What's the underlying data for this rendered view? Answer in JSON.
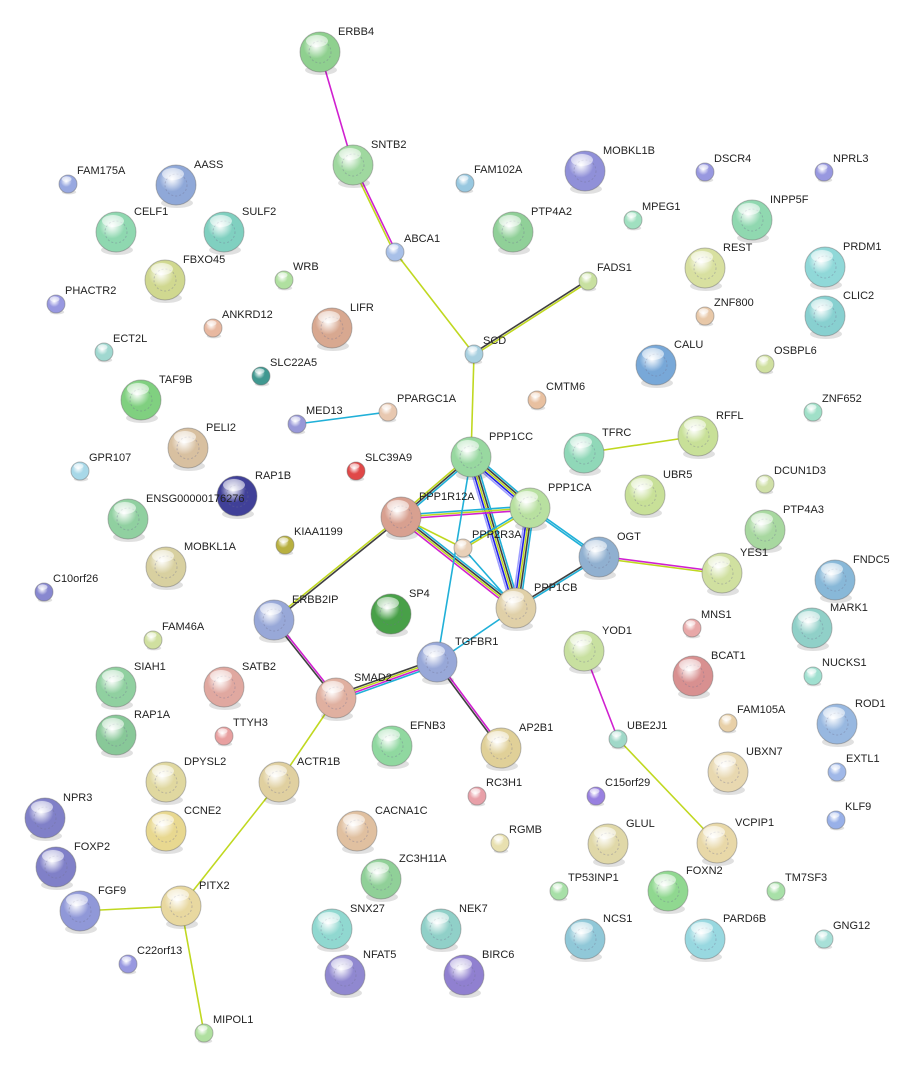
{
  "nodes": [
    {
      "name": "ERBB4",
      "color": "#8fd08f",
      "size": "large"
    },
    {
      "name": "SNTB2",
      "color": "#9fd89f",
      "size": "large"
    },
    {
      "name": "AASS",
      "color": "#8fa8d8",
      "size": "large"
    },
    {
      "name": "CELF1",
      "color": "#8fd8b0",
      "size": "large"
    },
    {
      "name": "SULF2",
      "color": "#80d0c0",
      "size": "large"
    },
    {
      "name": "FBXO45",
      "color": "#d0d890",
      "size": "large"
    },
    {
      "name": "MOBKL1B",
      "color": "#9090d8",
      "size": "large"
    },
    {
      "name": "PTP4A2",
      "color": "#90d098",
      "size": "large"
    },
    {
      "name": "INPP5F",
      "color": "#90d8b0",
      "size": "large"
    },
    {
      "name": "REST",
      "color": "#d8e0a0",
      "size": "large"
    },
    {
      "name": "PRDM1",
      "color": "#90d8d8",
      "size": "large"
    },
    {
      "name": "CLIC2",
      "color": "#88d0d0",
      "size": "large"
    },
    {
      "name": "LIFR",
      "color": "#d8a890",
      "size": "large"
    },
    {
      "name": "CALU",
      "color": "#78a8d8",
      "size": "large"
    },
    {
      "name": "TAF9B",
      "color": "#80d080",
      "size": "large"
    },
    {
      "name": "PELI2",
      "color": "#d8c0a0",
      "size": "large"
    },
    {
      "name": "RFFL",
      "color": "#c8e098",
      "size": "large"
    },
    {
      "name": "TFRC",
      "color": "#90d8b8",
      "size": "large"
    },
    {
      "name": "PPP1CC",
      "color": "#98d8a0",
      "size": "large"
    },
    {
      "name": "UBR5",
      "color": "#c8e098",
      "size": "large"
    },
    {
      "name": "RAP1B",
      "color": "#404098",
      "size": "large"
    },
    {
      "name": "ENSG00000176276",
      "color": "#90d0a0",
      "size": "large"
    },
    {
      "name": "PPP1R12A",
      "color": "#d8a090",
      "size": "large"
    },
    {
      "name": "PPP1CA",
      "color": "#b8e0a0",
      "size": "large"
    },
    {
      "name": "PTP4A3",
      "color": "#a8d8a0",
      "size": "large"
    },
    {
      "name": "OGT",
      "color": "#90b0d0",
      "size": "large"
    },
    {
      "name": "MOBKL1A",
      "color": "#d8d0a0",
      "size": "large"
    },
    {
      "name": "YES1",
      "color": "#d0e0a0",
      "size": "large"
    },
    {
      "name": "FNDC5",
      "color": "#88b8d8",
      "size": "large"
    },
    {
      "name": "SP4",
      "color": "#48a048",
      "size": "large"
    },
    {
      "name": "ERBB2IP",
      "color": "#98a8d8",
      "size": "large"
    },
    {
      "name": "PPP1CB",
      "color": "#e0d0a8",
      "size": "large"
    },
    {
      "name": "MARK1",
      "color": "#90d0c8",
      "size": "large"
    },
    {
      "name": "TGFBR1",
      "color": "#98a8d8",
      "size": "large"
    },
    {
      "name": "YOD1",
      "color": "#c8e0a0",
      "size": "large"
    },
    {
      "name": "SIAH1",
      "color": "#90d0a0",
      "size": "large"
    },
    {
      "name": "SATB2",
      "color": "#e0a8a0",
      "size": "large"
    },
    {
      "name": "BCAT1",
      "color": "#d89090",
      "size": "large"
    },
    {
      "name": "SMAD2",
      "color": "#e0b0a0",
      "size": "large"
    },
    {
      "name": "RAP1A",
      "color": "#88c898",
      "size": "large"
    },
    {
      "name": "ROD1",
      "color": "#98b8e0",
      "size": "large"
    },
    {
      "name": "EFNB3",
      "color": "#90d8a0",
      "size": "large"
    },
    {
      "name": "AP2B1",
      "color": "#e0d098",
      "size": "large"
    },
    {
      "name": "UBXN7",
      "color": "#e8d8b0",
      "size": "large"
    },
    {
      "name": "DPYSL2",
      "color": "#e0d8a0",
      "size": "large"
    },
    {
      "name": "ACTR1B",
      "color": "#e0d0a0",
      "size": "large"
    },
    {
      "name": "NPR3",
      "color": "#8080c8",
      "size": "large"
    },
    {
      "name": "CCNE2",
      "color": "#e8d890",
      "size": "large"
    },
    {
      "name": "CACNA1C",
      "color": "#e0c0a0",
      "size": "large"
    },
    {
      "name": "GLUL",
      "color": "#e0d8a8",
      "size": "large"
    },
    {
      "name": "VCPIP1",
      "color": "#e8d8a8",
      "size": "large"
    },
    {
      "name": "FOXP2",
      "color": "#8080c8",
      "size": "large"
    },
    {
      "name": "ZC3H11A",
      "color": "#90d098",
      "size": "large"
    },
    {
      "name": "FOXN2",
      "color": "#90d890",
      "size": "large"
    },
    {
      "name": "FGF9",
      "color": "#9098d8",
      "size": "large"
    },
    {
      "name": "PITX2",
      "color": "#e8d8a0",
      "size": "large"
    },
    {
      "name": "SNX27",
      "color": "#90d8d0",
      "size": "large"
    },
    {
      "name": "NEK7",
      "color": "#90d0c8",
      "size": "large"
    },
    {
      "name": "NCS1",
      "color": "#90c8d8",
      "size": "large"
    },
    {
      "name": "PARD6B",
      "color": "#98d8e0",
      "size": "large"
    },
    {
      "name": "NFAT5",
      "color": "#9088d0",
      "size": "large"
    },
    {
      "name": "BIRC6",
      "color": "#9080d0",
      "size": "large"
    },
    {
      "name": "FAM175A",
      "color": "#98a8e0",
      "size": "small"
    },
    {
      "name": "FAM102A",
      "color": "#98c8e0",
      "size": "small"
    },
    {
      "name": "DSCR4",
      "color": "#9898e0",
      "size": "small"
    },
    {
      "name": "NPRL3",
      "color": "#9898e0",
      "size": "small"
    },
    {
      "name": "WRB",
      "color": "#b0e0a0",
      "size": "small"
    },
    {
      "name": "ABCA1",
      "color": "#a8c0e8",
      "size": "small"
    },
    {
      "name": "MPEG1",
      "color": "#a0e0c0",
      "size": "small"
    },
    {
      "name": "PHACTR2",
      "color": "#9898e0",
      "size": "small"
    },
    {
      "name": "FADS1",
      "color": "#c8e0a0",
      "size": "small"
    },
    {
      "name": "ANKRD12",
      "color": "#e8b8a0",
      "size": "small"
    },
    {
      "name": "ZNF800",
      "color": "#e8c8a8",
      "size": "small"
    },
    {
      "name": "ECT2L",
      "color": "#a0d8d0",
      "size": "small"
    },
    {
      "name": "SLC22A5",
      "color": "#409890",
      "size": "small"
    },
    {
      "name": "SCD",
      "color": "#a8d0e0",
      "size": "small"
    },
    {
      "name": "OSBPL6",
      "color": "#d0e0a0",
      "size": "small"
    },
    {
      "name": "MED13",
      "color": "#9898d8",
      "size": "small"
    },
    {
      "name": "PPARGC1A",
      "color": "#e8c8b0",
      "size": "small"
    },
    {
      "name": "CMTM6",
      "color": "#e8c0a0",
      "size": "small"
    },
    {
      "name": "ZNF652",
      "color": "#a0e0c8",
      "size": "small"
    },
    {
      "name": "GPR107",
      "color": "#a8d8e8",
      "size": "small"
    },
    {
      "name": "SLC39A9",
      "color": "#e04848",
      "size": "small"
    },
    {
      "name": "DCUN1D3",
      "color": "#d0e0a8",
      "size": "small"
    },
    {
      "name": "KIAA1199",
      "color": "#b8b040",
      "size": "small"
    },
    {
      "name": "PPP2R3A",
      "color": "#e8d0b8",
      "size": "small"
    },
    {
      "name": "C10orf26",
      "color": "#8888d0",
      "size": "small"
    },
    {
      "name": "FAM46A",
      "color": "#d0e0a0",
      "size": "small"
    },
    {
      "name": "MNS1",
      "color": "#e8a8a8",
      "size": "small"
    },
    {
      "name": "NUCKS1",
      "color": "#a0e0d0",
      "size": "small"
    },
    {
      "name": "TTYH3",
      "color": "#e8a0a0",
      "size": "small"
    },
    {
      "name": "FAM105A",
      "color": "#e8d0a8",
      "size": "small"
    },
    {
      "name": "UBE2J1",
      "color": "#a0d8c8",
      "size": "small"
    },
    {
      "name": "EXTL1",
      "color": "#a0b8e8",
      "size": "small"
    },
    {
      "name": "RC3H1",
      "color": "#e8a0a8",
      "size": "small"
    },
    {
      "name": "C15orf29",
      "color": "#9880e0",
      "size": "small"
    },
    {
      "name": "KLF9",
      "color": "#98b0e8",
      "size": "small"
    },
    {
      "name": "RGMB",
      "color": "#e8e0b0",
      "size": "small"
    },
    {
      "name": "TP53INP1",
      "color": "#a8e0a8",
      "size": "small"
    },
    {
      "name": "TM7SF3",
      "color": "#a8e0a8",
      "size": "small"
    },
    {
      "name": "GNG12",
      "color": "#a8e0d8",
      "size": "small"
    },
    {
      "name": "C22orf13",
      "color": "#9898e0",
      "size": "small"
    },
    {
      "name": "MIPOL1",
      "color": "#b0e0a0",
      "size": "small"
    }
  ],
  "edges": [
    {
      "source": "ERBB4",
      "target": "SNTB2",
      "colors": [
        "#d020d0"
      ]
    },
    {
      "source": "SNTB2",
      "target": "ABCA1",
      "colors": [
        "#d020d0",
        "#c0d820"
      ]
    },
    {
      "source": "ABCA1",
      "target": "SCD",
      "colors": [
        "#c0d820"
      ]
    },
    {
      "source": "SCD",
      "target": "FADS1",
      "colors": [
        "#404040",
        "#c0d820"
      ]
    },
    {
      "source": "SCD",
      "target": "PPP1CC",
      "colors": [
        "#c0d820"
      ]
    },
    {
      "source": "MED13",
      "target": "PPARGC1A",
      "colors": [
        "#20b0d8"
      ]
    },
    {
      "source": "TFRC",
      "target": "RFFL",
      "colors": [
        "#c0d820"
      ]
    },
    {
      "source": "PPP1CC",
      "target": "PPP1CA",
      "colors": [
        "#20b0d8",
        "#404040",
        "#c0d820",
        "#2020e0",
        "#a0a0ff"
      ]
    },
    {
      "source": "PPP1CC",
      "target": "PPP1CB",
      "colors": [
        "#20b0d8",
        "#404040",
        "#c0d820",
        "#2020e0",
        "#a0a0ff"
      ]
    },
    {
      "source": "PPP1CC",
      "target": "PPP1R12A",
      "colors": [
        "#20b0d8",
        "#404040",
        "#c0d820"
      ]
    },
    {
      "source": "PPP1CA",
      "target": "PPP1CB",
      "colors": [
        "#20b0d8",
        "#404040",
        "#c0d820",
        "#2020e0",
        "#a0a0ff"
      ]
    },
    {
      "source": "PPP1CA",
      "target": "PPP1R12A",
      "colors": [
        "#d020d0",
        "#c0d820",
        "#20b0d8"
      ]
    },
    {
      "source": "PPP1R12A",
      "target": "PPP1CB",
      "colors": [
        "#20b0d8",
        "#404040",
        "#c0d820",
        "#d020d0"
      ]
    },
    {
      "source": "PPP1R12A",
      "target": "PPP2R3A",
      "colors": [
        "#c0d820"
      ]
    },
    {
      "source": "PPP2R3A",
      "target": "PPP1CA",
      "colors": [
        "#20b0d8",
        "#c0d820"
      ]
    },
    {
      "source": "PPP2R3A",
      "target": "PPP1CB",
      "colors": [
        "#20b0d8"
      ]
    },
    {
      "source": "PPP1CA",
      "target": "OGT",
      "colors": [
        "#20b0d8",
        "#20b0d8"
      ]
    },
    {
      "source": "PPP1CB",
      "target": "OGT",
      "colors": [
        "#404040",
        "#20b0d8"
      ]
    },
    {
      "source": "OGT",
      "target": "YES1",
      "colors": [
        "#d020d0",
        "#c0d820"
      ]
    },
    {
      "source": "PPP1R12A",
      "target": "ERBB2IP",
      "colors": [
        "#404040",
        "#c0d820"
      ]
    },
    {
      "source": "PPP1CC",
      "target": "TGFBR1",
      "colors": [
        "#20b0d8"
      ]
    },
    {
      "source": "PPP1CB",
      "target": "TGFBR1",
      "colors": [
        "#20b0d8"
      ]
    },
    {
      "source": "TGFBR1",
      "target": "SMAD2",
      "colors": [
        "#20b0d8",
        "#d020d0",
        "#c0d820",
        "#404040"
      ]
    },
    {
      "source": "TGFBR1",
      "target": "AP2B1",
      "colors": [
        "#d020d0",
        "#404040"
      ]
    },
    {
      "source": "ERBB2IP",
      "target": "SMAD2",
      "colors": [
        "#d020d0",
        "#404040"
      ]
    },
    {
      "source": "SMAD2",
      "target": "ACTR1B",
      "colors": [
        "#c0d820"
      ]
    },
    {
      "source": "ACTR1B",
      "target": "PITX2",
      "colors": [
        "#c0d820"
      ]
    },
    {
      "source": "PITX2",
      "target": "FGF9",
      "colors": [
        "#c0d820"
      ]
    },
    {
      "source": "PITX2",
      "target": "MIPOL1",
      "colors": [
        "#c0d820"
      ]
    },
    {
      "source": "YOD1",
      "target": "UBE2J1",
      "colors": [
        "#d020d0"
      ]
    },
    {
      "source": "UBE2J1",
      "target": "VCPIP1",
      "colors": [
        "#c0d820"
      ]
    }
  ]
}
